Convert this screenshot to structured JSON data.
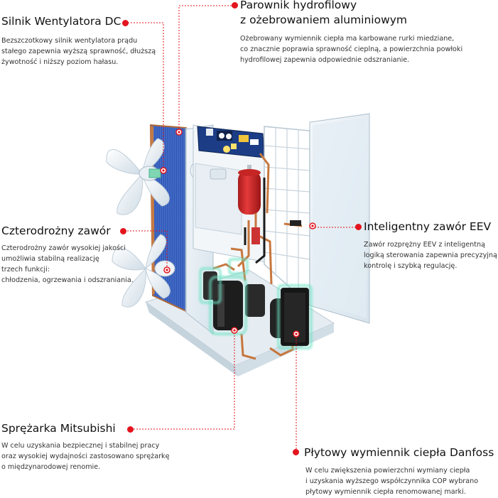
{
  "colors": {
    "accent": "#e3141e",
    "text": "#111111",
    "body": "#333333",
    "coil": "#2f57b8",
    "tank": "#d42e2e",
    "glow": "#6ce3c4"
  },
  "callouts": {
    "fan_motor": {
      "title": "Silnik Wentylatora DC",
      "lines": [
        "Bezszczotkowy silnik wentylatora prądu",
        "stałego zapewnia wyższą sprawność, dłuższą",
        "żywotność i niższy poziom hałasu."
      ]
    },
    "evaporator": {
      "title_lines": [
        "Parownik hydrofilowy",
        "z ożebrowaniem aluminiowym"
      ],
      "lines": [
        "Ożebrowany wymiennik ciepła ma karbowane rurki miedziane,",
        "co znacznie poprawia sprawność cieplną, a powierzchnia powłoki",
        "hydrofilowej zapewnia odpowiednie odszranianie."
      ]
    },
    "four_way_valve": {
      "title": "Czterodrożny zawór",
      "lines": [
        "Czterodrożny zawór wysokiej jakości",
        "umożliwia stabilną realizację",
        "trzech funkcji:",
        "chłodzenia, ogrzewania i odszraniania."
      ]
    },
    "eev_valve": {
      "title": "Inteligentny zawór EEV",
      "lines": [
        "Zawór rozprężny EEV z inteligentną",
        "logiką sterowania zapewnia precyzyjną",
        "kontrolę i szybką regulację."
      ]
    },
    "compressor": {
      "title": "Sprężarka Mitsubishi",
      "lines": [
        "W celu uzyskania bezpiecznej i stabilnej pracy",
        "oraz wysokiej wydajności zastosowano sprężarkę",
        "o międzynarodowej renomie."
      ]
    },
    "plate_exchanger": {
      "title": "Płytowy wymiennik ciepła Danfoss",
      "lines": [
        "W celu zwiększenia powierzchni wymiany ciepła",
        "i uzyskania wyższego współczynnika COP wybrano",
        "płytowy wymiennik ciepła renomowanej marki."
      ]
    }
  }
}
